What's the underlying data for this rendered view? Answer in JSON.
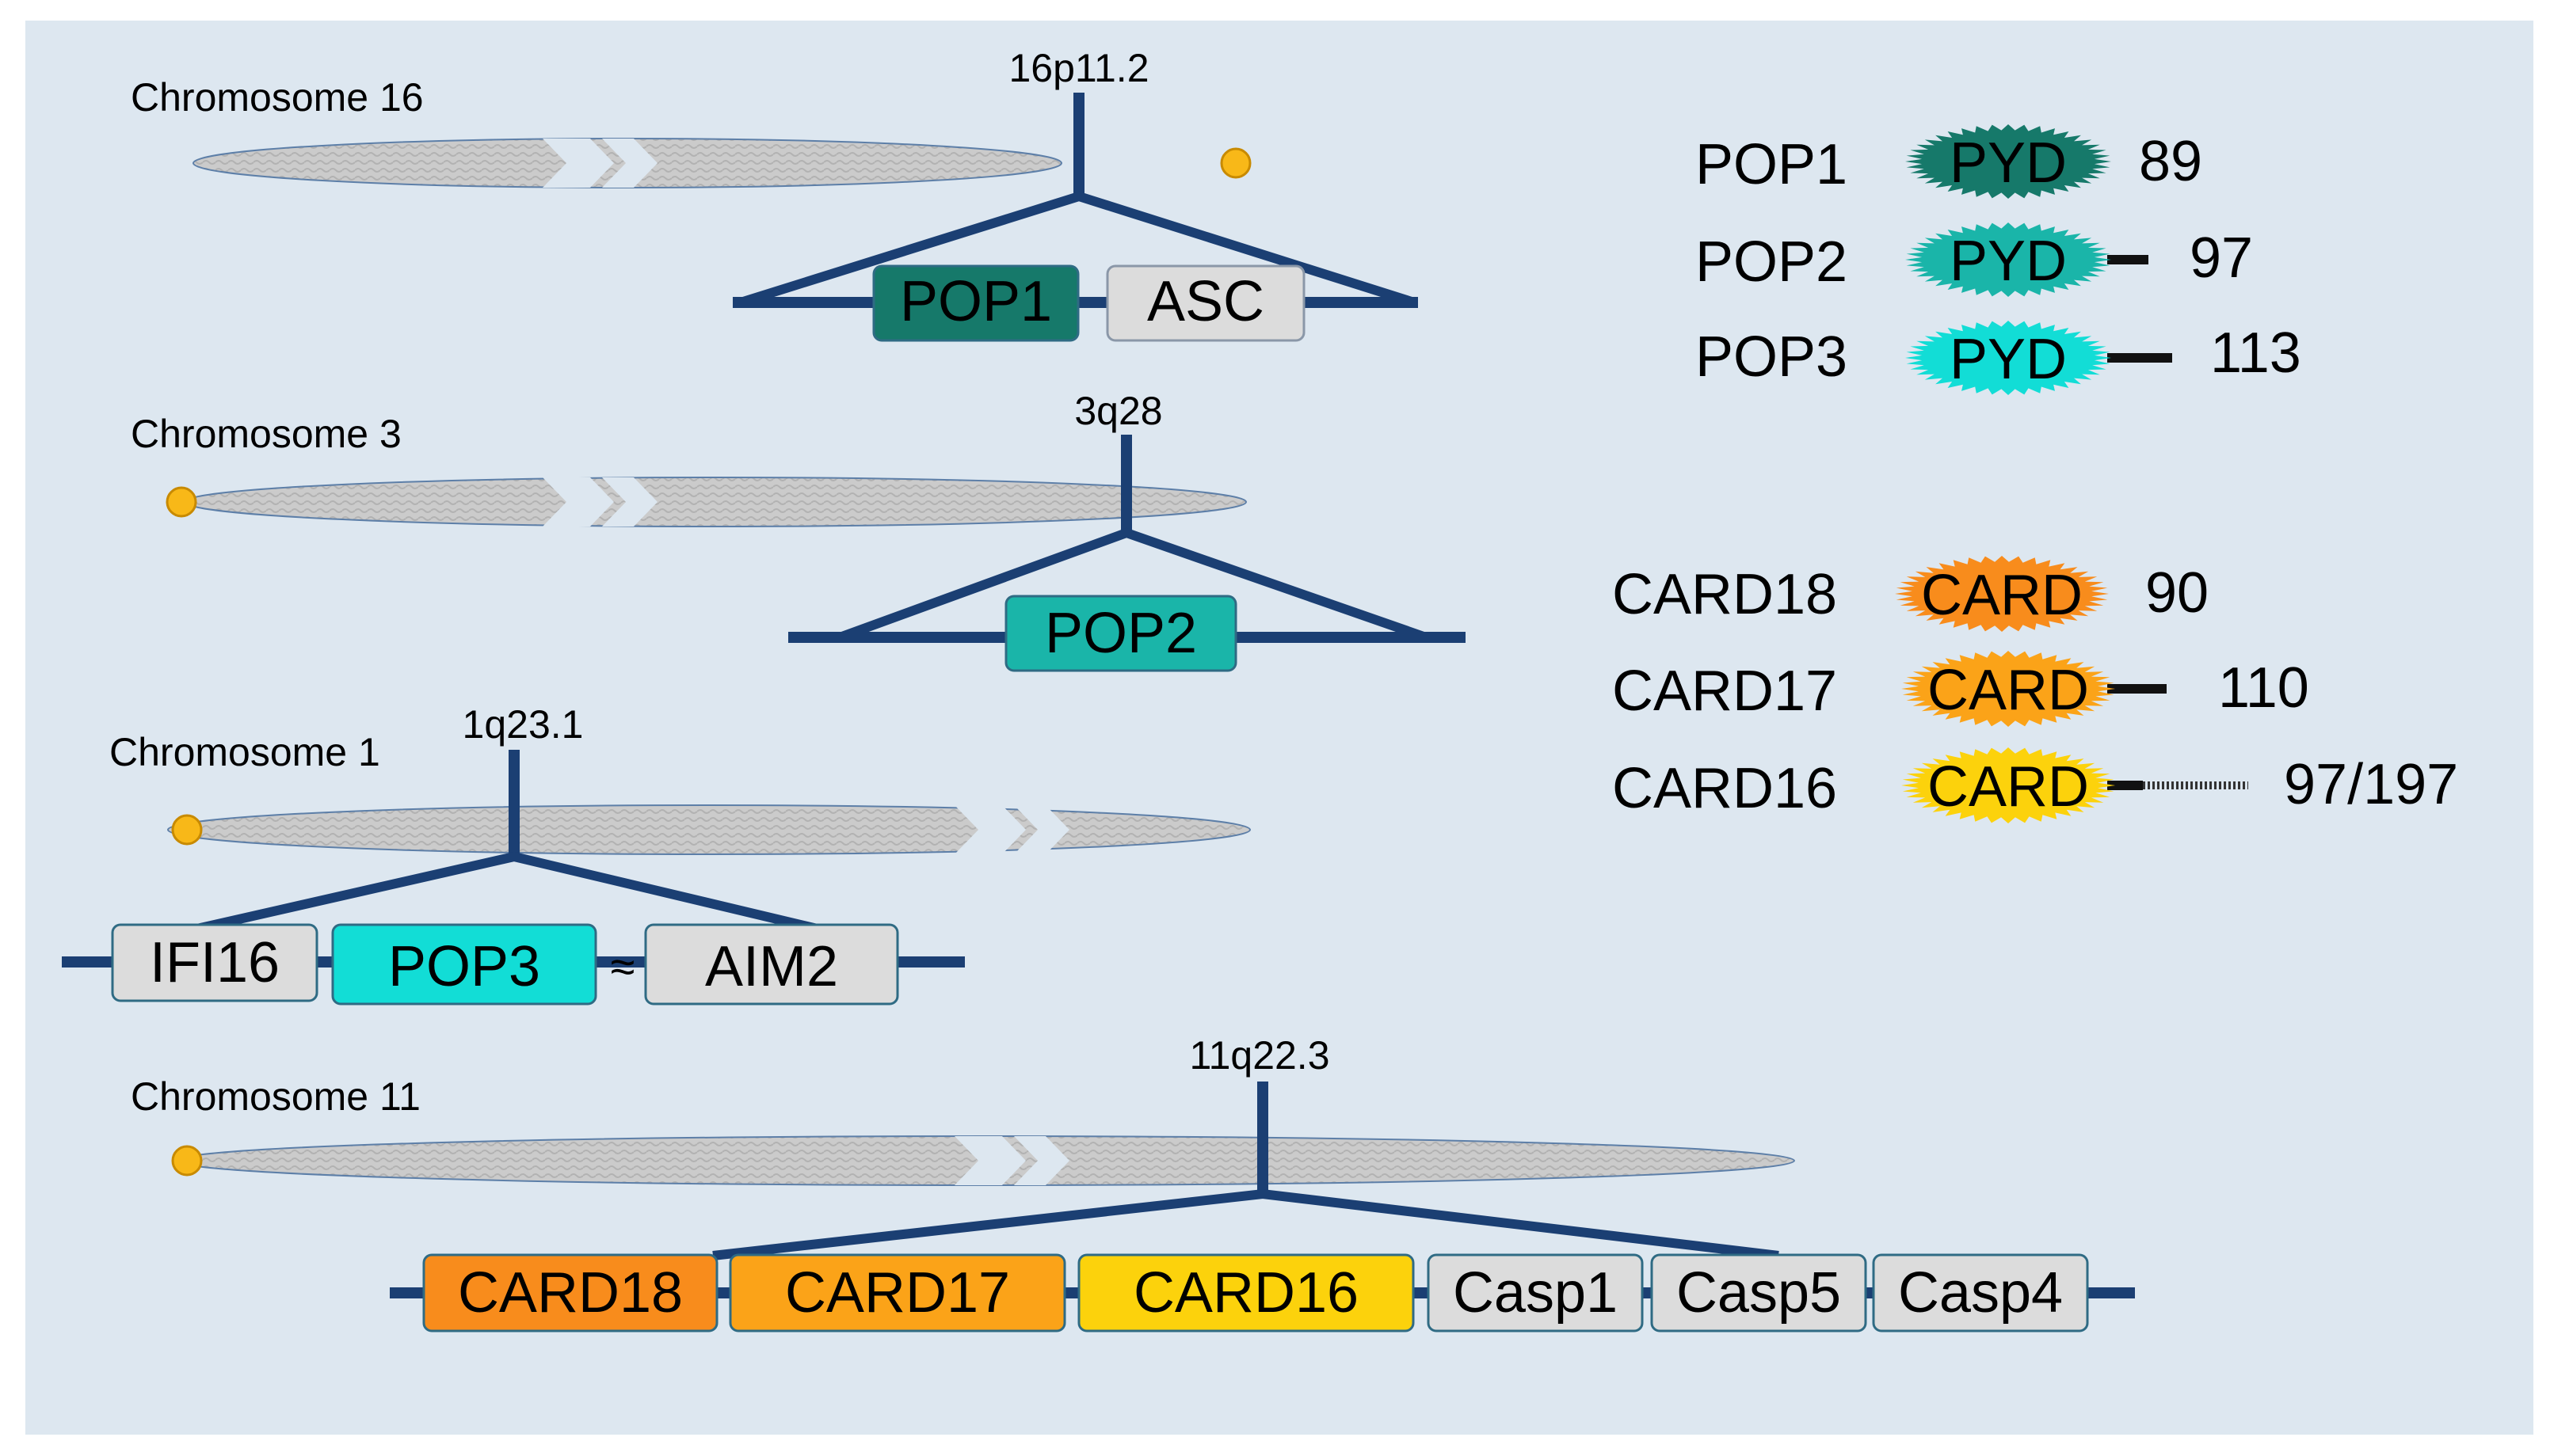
{
  "colors": {
    "background": "#dde7f0",
    "line": "#1b3f73",
    "chromosome_fill": "#cccccc",
    "centromere": "#f8b818",
    "pop1": "#16796a",
    "pop2": "#1ab5a9",
    "pop3": "#12ddd6",
    "card18": "#f88c1c",
    "card17": "#fba318",
    "card16": "#fcd20c",
    "neutral_gene": "#dcdcdc"
  },
  "chromosomes": [
    {
      "name": "Chromosome 16",
      "locus": "16p11.2",
      "genes": [
        "POP1",
        "ASC"
      ]
    },
    {
      "name": "Chromosome 3",
      "locus": "3q28",
      "genes": [
        "POP2"
      ]
    },
    {
      "name": "Chromosome 1",
      "locus": "1q23.1",
      "genes": [
        "IFI16",
        "POP3",
        "AIM2"
      ],
      "gap_symbol": "≈"
    },
    {
      "name": "Chromosome 11",
      "locus": "11q22.3",
      "genes": [
        "CARD18",
        "CARD17",
        "CARD16",
        "Casp1",
        "Casp5",
        "Casp4"
      ]
    }
  ],
  "pyd_proteins": [
    {
      "name": "POP1",
      "domain": "PYD",
      "length": "89"
    },
    {
      "name": "POP2",
      "domain": "PYD",
      "length": "97"
    },
    {
      "name": "POP3",
      "domain": "PYD",
      "length": "113"
    }
  ],
  "card_proteins": [
    {
      "name": "CARD18",
      "domain": "CARD",
      "length": "90"
    },
    {
      "name": "CARD17",
      "domain": "CARD",
      "length": "110"
    },
    {
      "name": "CARD16",
      "domain": "CARD",
      "length": "97/197"
    }
  ]
}
